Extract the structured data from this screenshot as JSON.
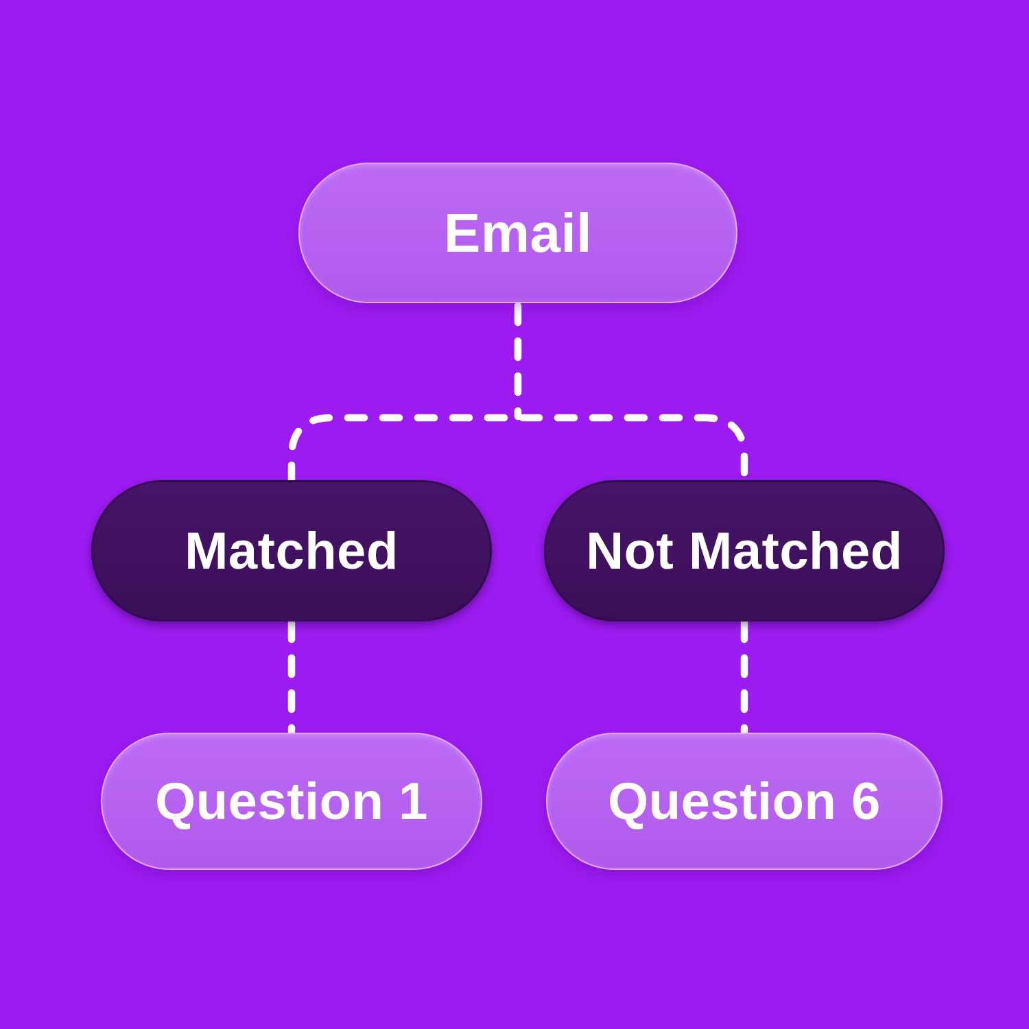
{
  "diagram": {
    "type": "flowchart",
    "connector_style": "dashed",
    "nodes": [
      {
        "id": "email",
        "label": "Email",
        "variant": "light",
        "row": "top"
      },
      {
        "id": "matched",
        "label": "Matched",
        "variant": "dark",
        "row": "middle"
      },
      {
        "id": "not_matched",
        "label": "Not Matched",
        "variant": "dark",
        "row": "middle"
      },
      {
        "id": "question_1",
        "label": "Question 1",
        "variant": "light",
        "row": "bottom"
      },
      {
        "id": "question_6",
        "label": "Question 6",
        "variant": "light",
        "row": "bottom"
      }
    ],
    "edges": [
      {
        "from": "email",
        "to": "matched",
        "style": "dashed"
      },
      {
        "from": "email",
        "to": "not_matched",
        "style": "dashed"
      },
      {
        "from": "matched",
        "to": "question_1",
        "style": "dashed"
      },
      {
        "from": "not_matched",
        "to": "question_6",
        "style": "dashed"
      }
    ],
    "colors": {
      "background": "#9C1BF0",
      "node_light_top": "#BD6AF5",
      "node_light_bottom": "#B05AEC",
      "node_light_border": "#E3A9F9",
      "node_dark_top": "#471568",
      "node_dark_bottom": "#3A0E58",
      "connector": "#FFFFFF",
      "text": "#FFFFFF"
    }
  }
}
